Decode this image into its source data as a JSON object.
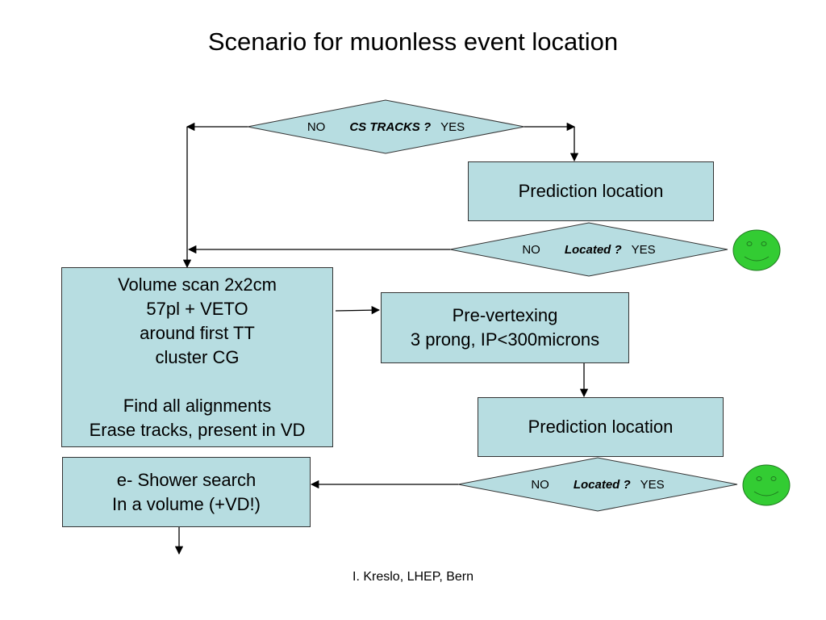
{
  "title": "Scenario for muonless event location",
  "decision_top": {
    "no": "NO",
    "question": "CS TRACKS ?",
    "yes": "YES"
  },
  "prediction_top": "Prediction location",
  "decision_mid": {
    "no": "NO",
    "question": "Located ?",
    "yes": "YES"
  },
  "volume_scan": {
    "lines": [
      "Volume scan 2x2cm",
      "57pl + VETO",
      "around first TT",
      "cluster CG",
      "",
      "Find all alignments",
      "Erase tracks, present in VD"
    ]
  },
  "pre_vertexing": {
    "lines": [
      "Pre-vertexing",
      "3 prong, IP<300microns"
    ]
  },
  "prediction_bottom": "Prediction location",
  "decision_bottom": {
    "no": "NO",
    "question": "Located ?",
    "yes": "YES"
  },
  "shower_search": {
    "lines": [
      "e- Shower search",
      "In a volume (+VD!)"
    ]
  },
  "footer": "I. Kreslo, LHEP, Bern",
  "colors": {
    "shape_fill": "#b7dde1",
    "smiley_fill": "#33cc33",
    "smiley_face": "#1f7a1f"
  },
  "icons": [
    "smiley-face-icon",
    "smiley-face-icon"
  ]
}
